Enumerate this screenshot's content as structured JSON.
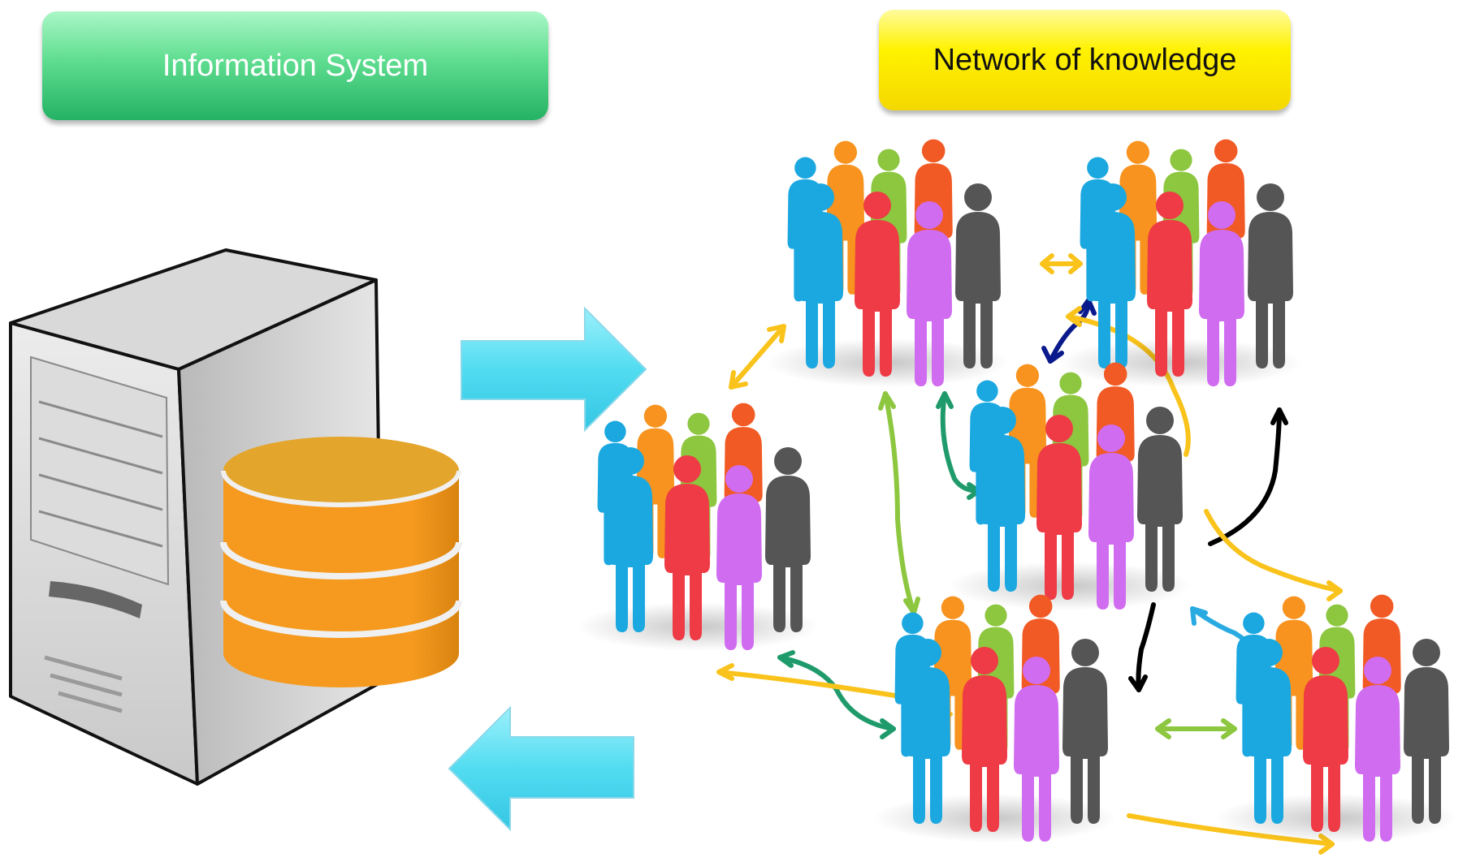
{
  "titles": {
    "information_system": "Information System",
    "network_of_knowledge": "Network of knowledge"
  },
  "colors": {
    "info_box": "#4fd486",
    "knowledge_box": "#fff200",
    "flow_arrow": "#5fe1f4",
    "database": "#f7941d",
    "people": [
      "#1ba8e0",
      "#f7931e",
      "#8dc63f",
      "#f15a24",
      "#ee3b45",
      "#d06cf0",
      "#555555"
    ],
    "links": [
      "#f9c31b",
      "#8dc63f",
      "#1f9b6b",
      "#000000",
      "#0a1a8c",
      "#29abe2"
    ]
  },
  "icons": {
    "server": "server-tower-icon",
    "database": "database-cylinder-icon",
    "to_network": "arrow-right-icon",
    "from_network": "arrow-left-icon",
    "crowd": "people-group-icon"
  },
  "network": {
    "groups": 6,
    "links": 14
  }
}
